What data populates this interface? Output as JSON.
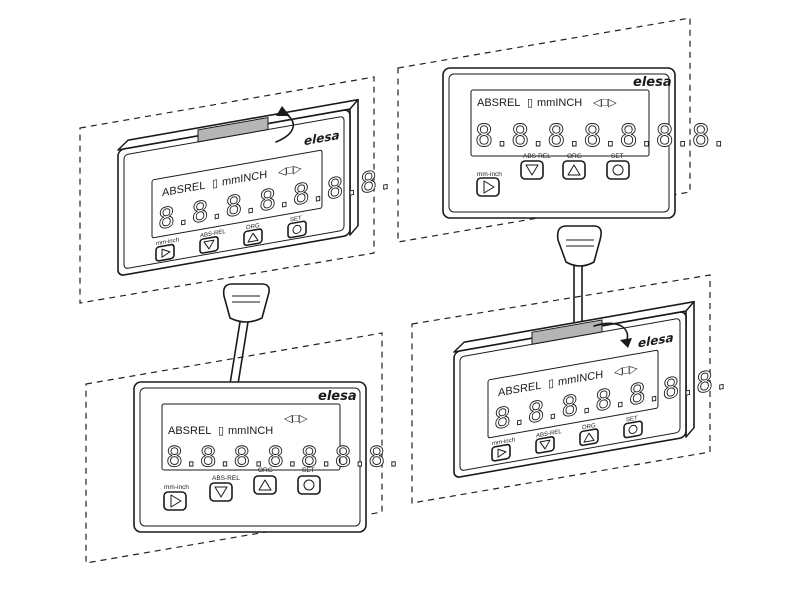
{
  "device": {
    "brand": "elesa",
    "indicators": "ABSREL",
    "battery_glyph": "▯",
    "units": "mmINCH",
    "arrows": "◁□▷",
    "digits": "8.8.8.8.8.8.8.",
    "buttons": [
      {
        "label": "mm-inch",
        "icon": "play-icon"
      },
      {
        "label": "ABS-REL",
        "icon": "triangle-down-icon"
      },
      {
        "label": "ORG",
        "icon": "triangle-up-icon"
      },
      {
        "label": "SET",
        "icon": "circle-icon"
      }
    ]
  },
  "colors": {
    "ink": "#1a1a1a",
    "label_insert": "#b5b5b5",
    "background": "#ffffff"
  }
}
